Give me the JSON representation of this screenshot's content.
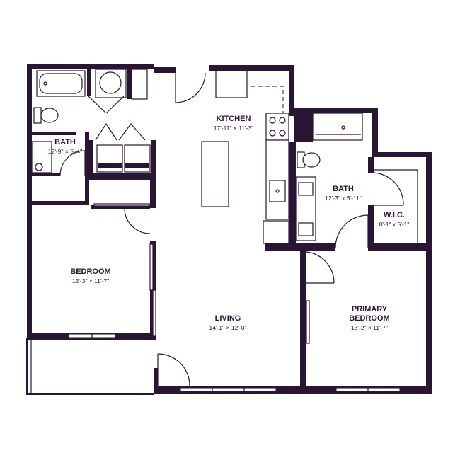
{
  "colors": {
    "wall": "#2a1535",
    "background": "#ffffff"
  },
  "rooms": [
    {
      "id": "kitchen",
      "name": "KITCHEN",
      "dims": "17'-11\" × 11'-3\""
    },
    {
      "id": "bath-1",
      "name": "BATH",
      "dims": "12'-9\" × 5'-4\""
    },
    {
      "id": "bath-2",
      "name": "BATH",
      "dims": "12'-3\" x 6'-11\""
    },
    {
      "id": "wic",
      "name": "W.I.C.",
      "dims": "8'-1\" x 5'-1\""
    },
    {
      "id": "bedroom",
      "name": "BEDROOM",
      "dims": "12'-3\" × 11'-7\""
    },
    {
      "id": "living",
      "name": "LIVING",
      "dims": "14'-1\" × 12'-0\""
    },
    {
      "id": "primary-bedroom",
      "name_lines": [
        "PRIMARY",
        "BEDROOM"
      ],
      "dims": "13'-2\" × 11'-7\""
    }
  ]
}
